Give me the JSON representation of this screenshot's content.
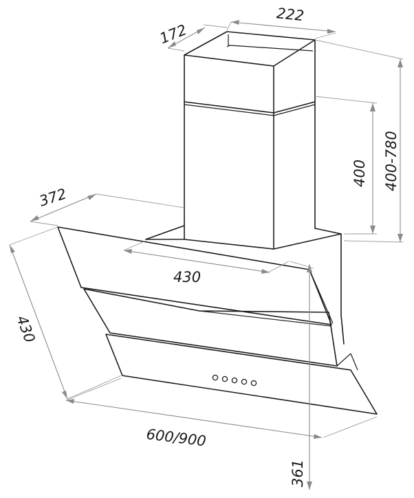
{
  "dimensions": {
    "chimney_depth": "172",
    "chimney_width": "222",
    "chimney_upper_height": "400",
    "chimney_total_height": "400-780",
    "body_depth": "372",
    "body_inner_width": "430",
    "front_panel_height": "430",
    "hood_width": "600/900",
    "hood_height": "361"
  },
  "control_panel": {
    "button_count": 5
  }
}
